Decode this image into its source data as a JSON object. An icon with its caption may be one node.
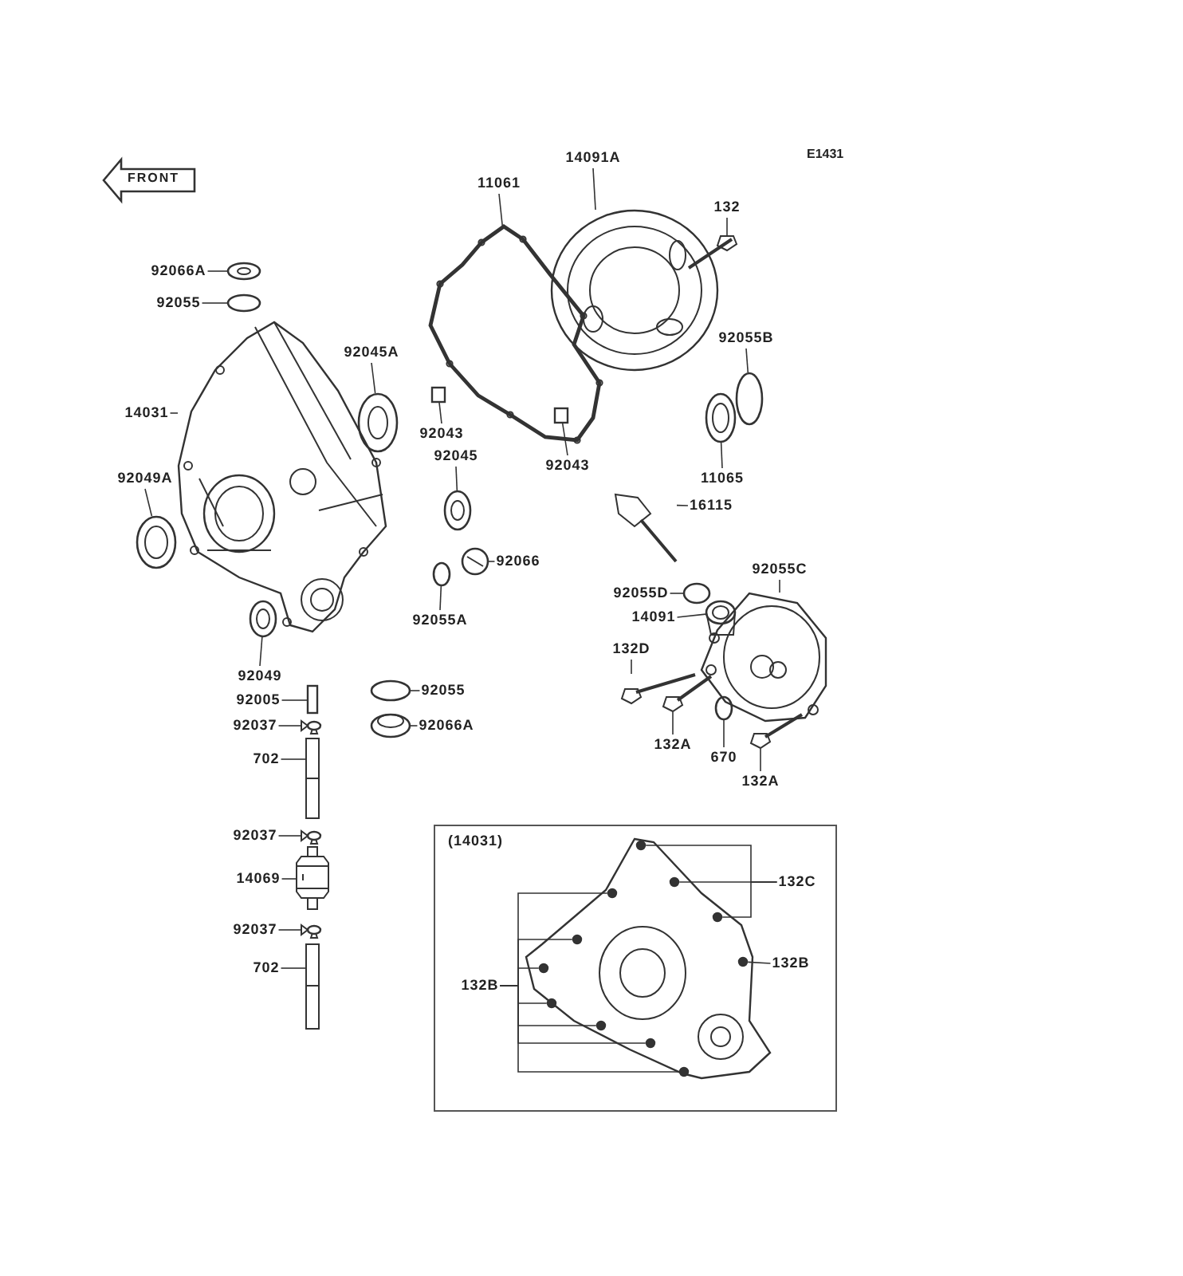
{
  "diagram": {
    "nodes": [
      {
        "text": [
          "FRONT"
        ]
      },
      {
        "text": [
          "14091A"
        ]
      },
      {
        "text": [
          "11061"
        ]
      },
      {
        "text": [
          "132"
        ]
      },
      {
        "text": [
          "92066A"
        ]
      },
      {
        "text": [
          "92055"
        ]
      },
      {
        "text": [
          "92045A"
        ]
      },
      {
        "text": [
          "92055B"
        ]
      },
      {
        "text": [
          "14031"
        ]
      },
      {
        "text": [
          "92043"
        ]
      },
      {
        "text": [
          "92045"
        ]
      },
      {
        "text": [
          "92043"
        ]
      },
      {
        "text": [
          "92049A"
        ]
      },
      {
        "text": [
          "11065"
        ]
      },
      {
        "text": [
          "16115"
        ]
      },
      {
        "text": [
          "92066"
        ]
      },
      {
        "text": [
          "92055C"
        ]
      },
      {
        "text": [
          "92055D"
        ]
      },
      {
        "text": [
          "92055A"
        ]
      },
      {
        "text": [
          "14091"
        ]
      },
      {
        "text": [
          "132D"
        ]
      },
      {
        "text": [
          "92049"
        ]
      },
      {
        "text": [
          "92005"
        ]
      },
      {
        "text": [
          "92055"
        ]
      },
      {
        "text": [
          "92037"
        ]
      },
      {
        "text": [
          "92066A"
        ]
      },
      {
        "text": [
          "132A"
        ]
      },
      {
        "text": [
          "702"
        ]
      },
      {
        "text": [
          "670"
        ]
      },
      {
        "text": [
          "132A"
        ]
      },
      {
        "text": [
          "(14031)"
        ]
      },
      {
        "text": [
          "92037"
        ]
      },
      {
        "text": [
          "132C"
        ],
        "in": 30
      },
      {
        "text": [
          "14069"
        ]
      },
      {
        "text": [
          "92037"
        ]
      },
      {
        "text": [
          "132B"
        ],
        "in": 30
      },
      {
        "text": [
          "702"
        ]
      },
      {
        "text": [
          "132B"
        ],
        "in": 30
      },
      {
        "text": [],
        "shape": "picture"
      },
      {
        "text": [],
        "shape": "picture"
      },
      {
        "text": [],
        "shape": "picture"
      },
      {
        "text": [],
        "shape": "picture"
      },
      {
        "text": [],
        "shape": "circle"
      },
      {
        "text": [],
        "shape": "picture"
      },
      {
        "text": [],
        "shape": "circle"
      },
      {
        "text": [],
        "shape": "picture"
      },
      {
        "text": [],
        "shape": "box"
      },
      {
        "text": [],
        "shape": "picture"
      },
      {
        "text": [],
        "shape": "box",
        "in": 39
      },
      {
        "text": [],
        "shape": "picture"
      },
      {
        "text": [],
        "shape": "picture"
      },
      {
        "text": [],
        "shape": "picture"
      },
      {
        "text": [],
        "shape": "picture"
      },
      {
        "text": [],
        "shape": "picture"
      },
      {
        "text": [],
        "shape": "circle"
      },
      {
        "text": [],
        "shape": "circle"
      },
      {
        "text": [],
        "shape": "picture"
      },
      {
        "text": [],
        "shape": "picture"
      },
      {
        "text": [],
        "shape": "picture"
      },
      {
        "text": [],
        "shape": "box"
      },
      {
        "text": [],
        "shape": "circle"
      },
      {
        "text": [],
        "shape": "picture"
      },
      {
        "text": [],
        "shape": "picture"
      },
      {
        "text": [],
        "shape": "picture"
      },
      {
        "text": [],
        "shape": "picture"
      },
      {
        "text": [],
        "shape": "circle"
      },
      {
        "text": [],
        "shape": "picture"
      },
      {
        "text": [],
        "shape": "picture",
        "in": 30
      },
      {
        "text": [],
        "shape": "picture"
      },
      {
        "text": [],
        "shape": "picture"
      },
      {
        "text": [],
        "shape": "picture"
      },
      {
        "text": [],
        "shape": "picture"
      },
      {
        "text": [],
        "shape": "circle",
        "in": 67
      },
      {
        "text": [],
        "shape": "circle",
        "in": 67
      },
      {
        "text": [],
        "shape": "circle",
        "in": 67
      },
      {
        "text": [],
        "shape": "circle",
        "in": 67
      },
      {
        "text": [],
        "shape": "circle",
        "in": 67
      },
      {
        "text": [],
        "shape": "circle",
        "in": 67
      },
      {
        "text": [],
        "shape": "circle",
        "in": 67
      },
      {
        "text": [],
        "shape": "circle",
        "in": 67
      },
      {
        "text": [],
        "shape": "circle",
        "in": 67
      },
      {
        "text": [],
        "shape": "circle",
        "in": 67
      },
      {
        "text": [],
        "shape": "circle",
        "in": 67
      }
    ],
    "edges": [
      {
        "from": 1,
        "to": 38,
        "arrow": "none"
      },
      {
        "from": 2,
        "to": 39,
        "arrow": "none"
      },
      {
        "from": 3,
        "to": 40,
        "arrow": "none"
      },
      {
        "from": 4,
        "to": 41,
        "arrow": "none"
      },
      {
        "from": 5,
        "to": 42,
        "arrow": "none"
      },
      {
        "from": 6,
        "to": 43,
        "arrow": "none"
      },
      {
        "from": 7,
        "to": 44,
        "arrow": "none"
      },
      {
        "from": 8,
        "to": 45,
        "arrow": "none"
      },
      {
        "from": 9,
        "to": 46,
        "arrow": "none"
      },
      {
        "from": 10,
        "to": 47,
        "arrow": "none"
      },
      {
        "from": 11,
        "to": 48,
        "arrow": "none"
      },
      {
        "from": 12,
        "to": 49,
        "arrow": "none"
      },
      {
        "from": 13,
        "to": 50,
        "arrow": "none"
      },
      {
        "from": 14,
        "to": 51,
        "arrow": "none"
      },
      {
        "from": 15,
        "to": 52,
        "arrow": "none"
      },
      {
        "from": 16,
        "to": 53,
        "arrow": "none"
      },
      {
        "from": 17,
        "to": 54,
        "arrow": "none"
      },
      {
        "from": 18,
        "to": 55,
        "arrow": "none"
      },
      {
        "from": 19,
        "to": 56,
        "arrow": "none"
      },
      {
        "from": 20,
        "to": 57,
        "arrow": "none"
      },
      {
        "from": 21,
        "to": 58,
        "arrow": "none"
      },
      {
        "from": 22,
        "to": 59,
        "arrow": "none"
      },
      {
        "from": 23,
        "to": 60,
        "arrow": "none"
      },
      {
        "from": 24,
        "to": 61,
        "arrow": "none"
      },
      {
        "from": 25,
        "to": 62,
        "arrow": "none"
      },
      {
        "from": 26,
        "to": 63,
        "arrow": "none"
      },
      {
        "from": 27,
        "to": 64,
        "arrow": "none"
      },
      {
        "from": 28,
        "to": 65,
        "arrow": "none"
      },
      {
        "from": 29,
        "to": 66,
        "arrow": "none"
      },
      {
        "from": 31,
        "to": 68,
        "arrow": "none"
      },
      {
        "from": 33,
        "to": 69,
        "arrow": "none"
      },
      {
        "from": 34,
        "to": 70,
        "arrow": "none"
      },
      {
        "from": 36,
        "to": 71,
        "arrow": "none"
      },
      {
        "from": 32,
        "to": 72,
        "arrow": "none"
      },
      {
        "from": 32,
        "to": 73,
        "arrow": "none"
      },
      {
        "from": 32,
        "to": 74,
        "arrow": "none"
      },
      {
        "from": 35,
        "to": 75,
        "arrow": "none"
      },
      {
        "from": 37,
        "to": 76,
        "arrow": "none"
      },
      {
        "from": 37,
        "to": 77,
        "arrow": "none"
      },
      {
        "from": 37,
        "to": 78,
        "arrow": "none"
      },
      {
        "from": 37,
        "to": 79,
        "arrow": "none"
      },
      {
        "from": 37,
        "to": 80,
        "arrow": "none"
      },
      {
        "from": 37,
        "to": 81,
        "arrow": "none"
      },
      {
        "from": 37,
        "to": 82,
        "arrow": "none"
      }
    ],
    "labels": [
      "E1431"
    ]
  }
}
